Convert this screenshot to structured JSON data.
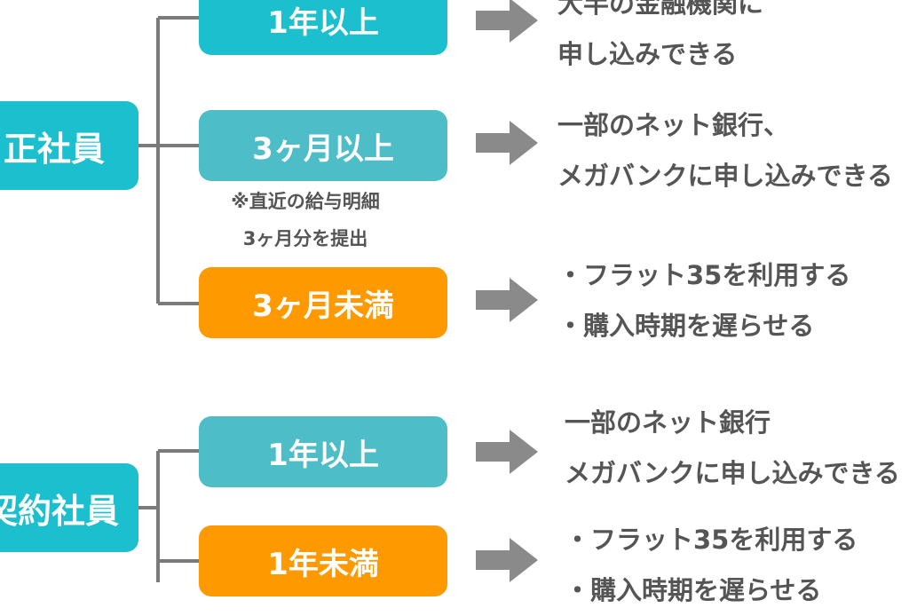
{
  "colors": {
    "teal": "#1bbfcd",
    "teal_light": "#4dbdc8",
    "orange": "#ff9900",
    "line": "#7a7a7a",
    "arrow": "#8a8a8a",
    "text": "#555555"
  },
  "groups": [
    {
      "category": "正社員",
      "branches": [
        {
          "label": "1年以上",
          "result": [
            "大半の金融機関に",
            "申し込みできる"
          ]
        },
        {
          "label": "3ヶ月以上",
          "note": [
            "※直近の給与明細",
            "3ヶ月分を提出"
          ],
          "result": [
            "一部のネット銀行、",
            "メガバンクに申し込みできる"
          ]
        },
        {
          "label": "3ヶ月未満",
          "result": [
            "・フラット35を利用する",
            "・購入時期を遅らせる"
          ]
        }
      ]
    },
    {
      "category": "契約社員",
      "branches": [
        {
          "label": "1年以上",
          "result": [
            "一部のネット銀行",
            "メガバンクに申し込みできる"
          ]
        },
        {
          "label": "1年未満",
          "result": [
            "・フラット35を利用する",
            "・購入時期を遅らせる"
          ]
        }
      ]
    }
  ]
}
